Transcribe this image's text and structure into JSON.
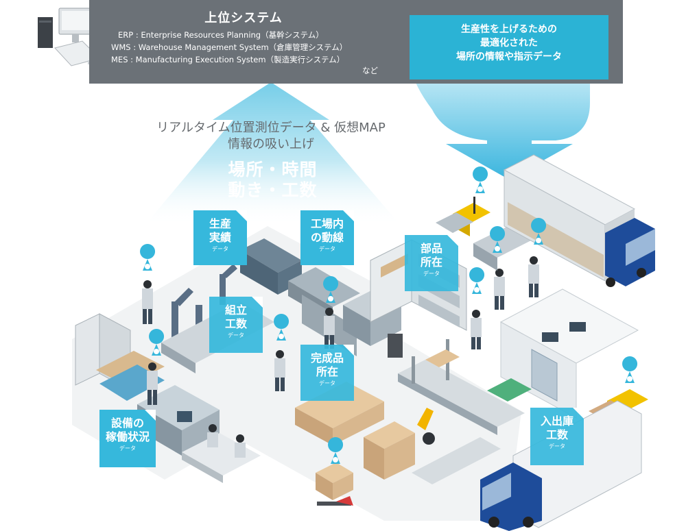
{
  "upper_system": {
    "title": "上位システム",
    "lines": [
      "ERP : Enterprise Resources Planning（基幹システム）",
      "WMS : Warehouse Management System（倉庫管理システム）",
      "MES : Manufacturing Execution System（製造実行システム）"
    ],
    "etc": "など"
  },
  "optimized_box": {
    "lines": [
      "生産性を上げるための",
      "最適化された",
      "場所の情報や指示データ"
    ]
  },
  "realtime": {
    "line1": "リアルタイム位置測位データ & 仮想MAP",
    "line2": "情報の吸い上げ",
    "big1": "場所・時間",
    "big2": "動き・工数"
  },
  "callouts": [
    {
      "l1": "生産",
      "l2": "実績",
      "sub": "データ"
    },
    {
      "l1": "工場内",
      "l2": "の動線",
      "sub": "データ"
    },
    {
      "l1": "部品",
      "l2": "所在",
      "sub": "データ"
    },
    {
      "l1": "組立",
      "l2": "工数",
      "sub": "データ"
    },
    {
      "l1": "完成品",
      "l2": "所在",
      "sub": "データ"
    },
    {
      "l1": "設備の",
      "l2": "稼働状況",
      "sub": "データ"
    },
    {
      "l1": "入出庫",
      "l2": "工数",
      "sub": "データ"
    }
  ],
  "colors": {
    "banner": "#6b7177",
    "cyan": "#2bb3d5",
    "callout": "#36b8dc",
    "arrow_light": "#bfe8f4",
    "arrow_blue": "#3ab5de",
    "truck_cab": "#1e4c9a"
  }
}
